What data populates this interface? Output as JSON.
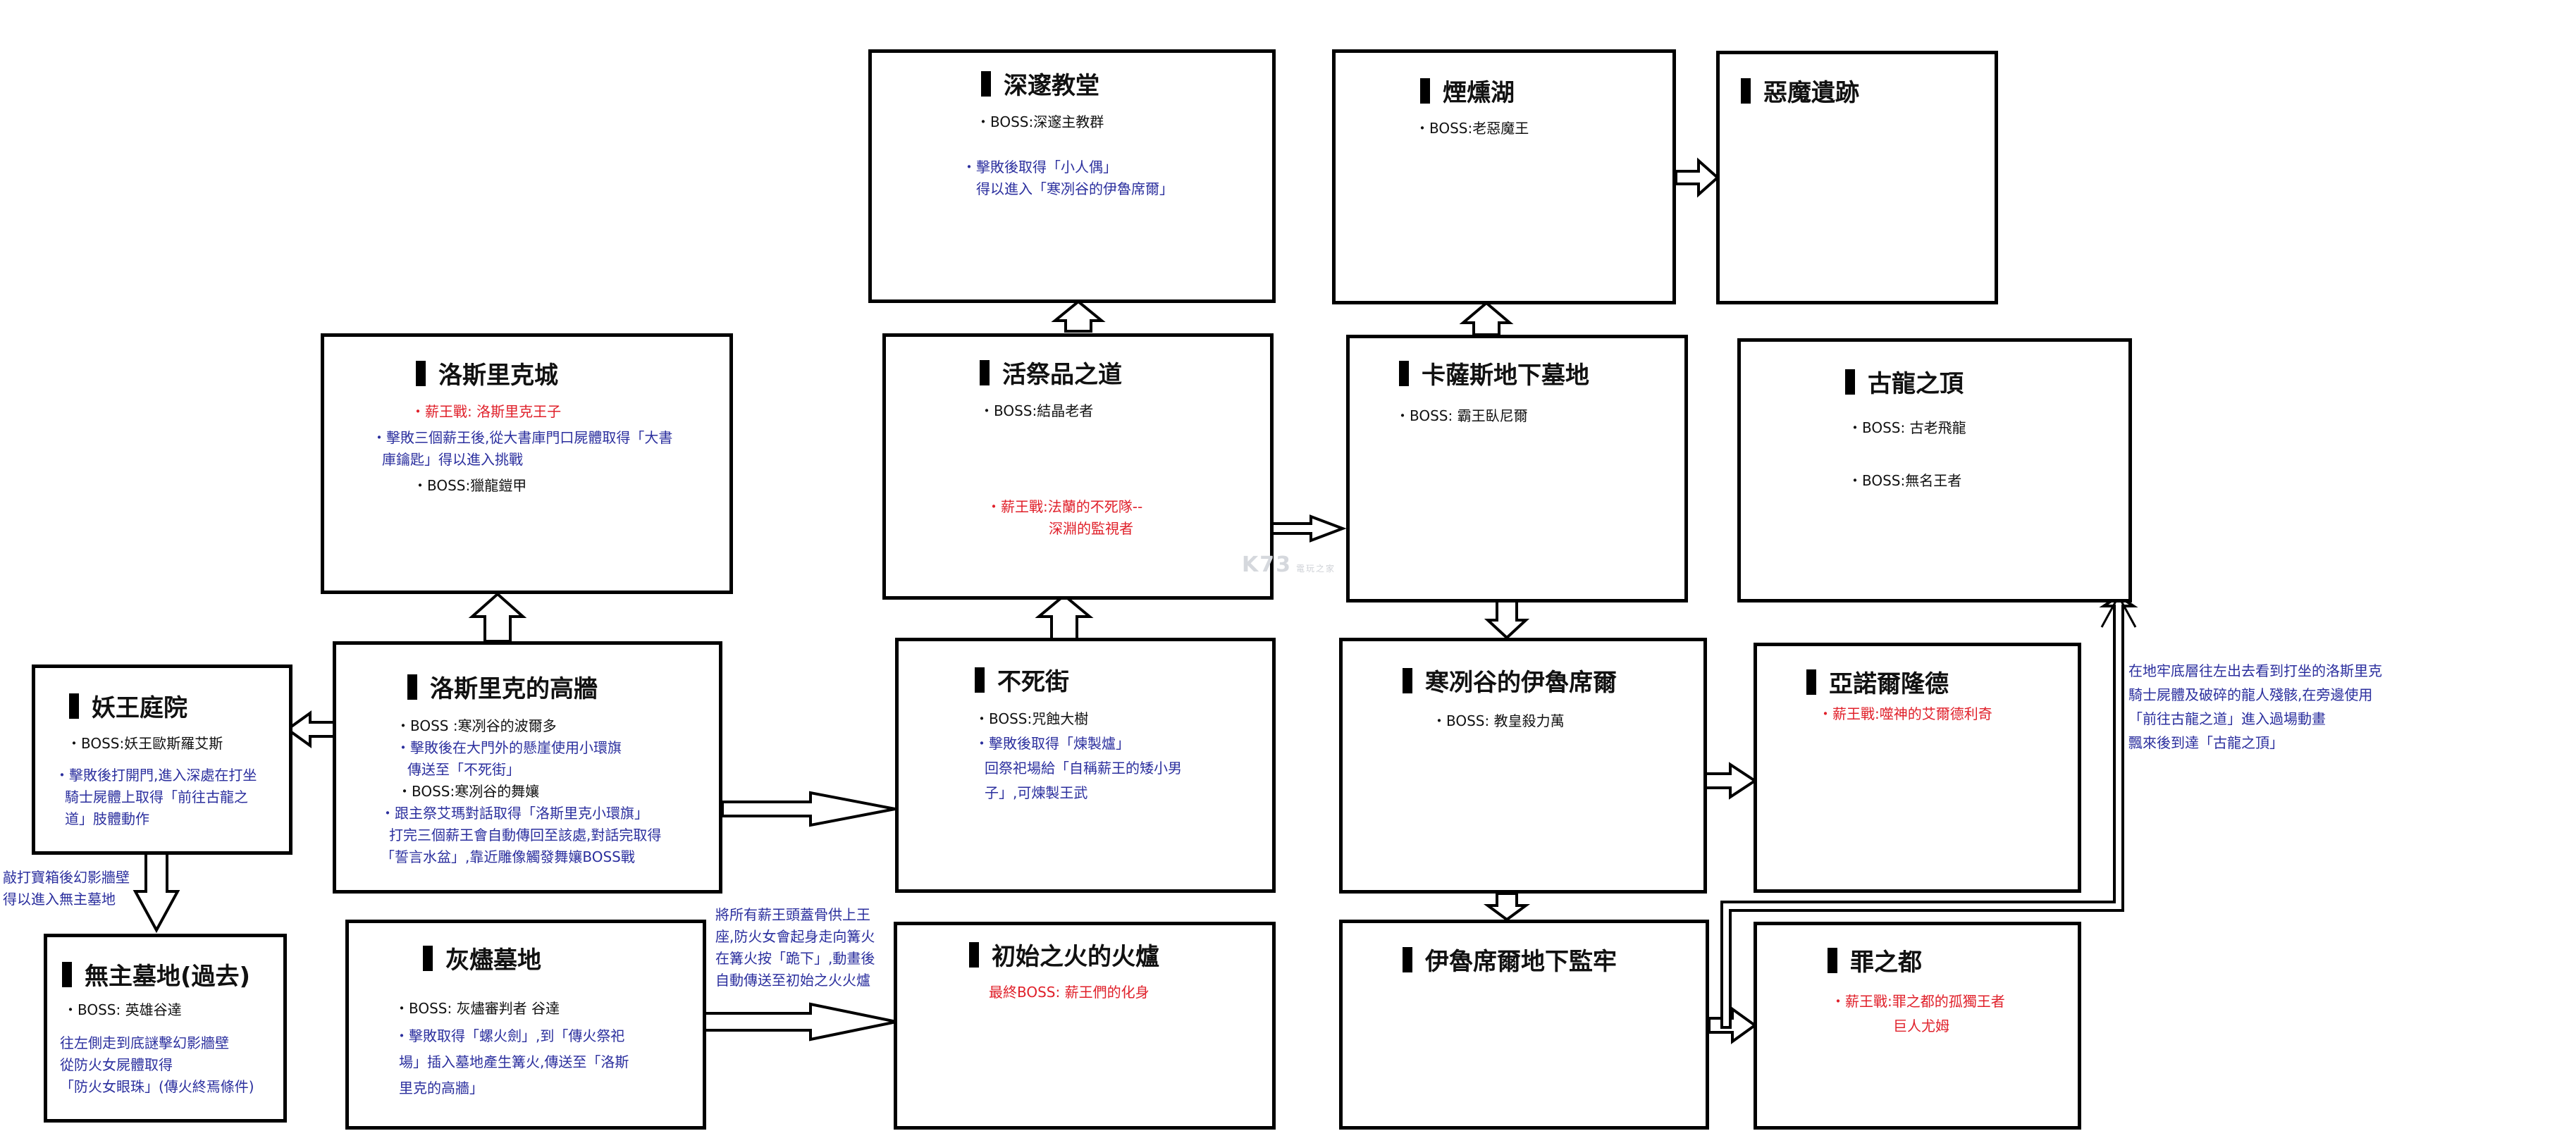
{
  "boxes": {
    "shen_jing": {
      "title": "深邃教堂",
      "lines": [
        {
          "text": "・BOSS:深邃主教群",
          "color": "black"
        },
        {
          "text": "・擊敗後取得「小人偶」",
          "color": "blue"
        },
        {
          "text": "得以進入「寒冽谷的伊魯席爾」",
          "color": "blue"
        }
      ]
    },
    "yan_xun": {
      "title": "煙燻湖",
      "lines": [
        {
          "text": "・BOSS:老惡魔王",
          "color": "black"
        }
      ]
    },
    "e_mo": {
      "title": "惡魔遺跡",
      "lines": []
    },
    "luosi_cheng": {
      "title": "洛斯里克城",
      "lines": [
        {
          "text": "・薪王戰: 洛斯里克王子",
          "color": "red"
        },
        {
          "text": "・擊敗三個薪王後,從大書庫門口屍體取得「大書",
          "color": "blue"
        },
        {
          "text": "庫鑰匙」得以進入挑戰",
          "color": "blue"
        },
        {
          "text": "・BOSS:獵龍鎧甲",
          "color": "black"
        }
      ]
    },
    "huo_ji": {
      "title": "活祭品之道",
      "lines": [
        {
          "text": "・BOSS:結晶老者",
          "color": "black"
        },
        {
          "text": "・薪王戰:法蘭的不死隊--",
          "color": "red"
        },
        {
          "text": "深淵的監視者",
          "color": "red"
        }
      ]
    },
    "ka_sa": {
      "title": "卡薩斯地下墓地",
      "lines": [
        {
          "text": "・BOSS: 霸王臥尼爾",
          "color": "black"
        }
      ]
    },
    "gu_long": {
      "title": "古龍之頂",
      "lines": [
        {
          "text": "・BOSS: 古老飛龍",
          "color": "black"
        },
        {
          "text": "・BOSS:無名王者",
          "color": "black"
        }
      ]
    },
    "yao_wang": {
      "title": "妖王庭院",
      "lines": [
        {
          "text": "・BOSS:妖王歐斯羅艾斯",
          "color": "black"
        },
        {
          "text": "・擊敗後打開門,進入深處在打坐",
          "color": "blue"
        },
        {
          "text": "騎士屍體上取得「前往古龍之",
          "color": "blue"
        },
        {
          "text": "道」肢體動作",
          "color": "blue"
        }
      ]
    },
    "gao_qiang": {
      "title": "洛斯里克的高牆",
      "lines": [
        {
          "text": "・BOSS :寒冽谷的波爾多",
          "color": "black"
        },
        {
          "text": "・擊敗後在大門外的懸崖使用小環旗",
          "color": "blue"
        },
        {
          "text": "傳送至「不死街」",
          "color": "blue"
        },
        {
          "text": "・BOSS:寒冽谷的舞孃",
          "color": "black"
        },
        {
          "text": "・跟主祭艾瑪對話取得「洛斯里克小環旗」",
          "color": "blue"
        },
        {
          "text": "打完三個薪王會自動傳回至該處,對話完取得",
          "color": "blue"
        },
        {
          "text": "「誓言水盆」,靠近雕像觸發舞孃BOSS戰",
          "color": "blue"
        }
      ]
    },
    "bu_si": {
      "title": "不死街",
      "lines": [
        {
          "text": "・BOSS:咒蝕大樹",
          "color": "black"
        },
        {
          "text": "・擊敗後取得「煉製爐」",
          "color": "blue"
        },
        {
          "text": "回祭祀場給「自稱薪王的矮小男",
          "color": "blue"
        },
        {
          "text": "子」,可煉製王武",
          "color": "blue"
        }
      ]
    },
    "han_lie": {
      "title": "寒冽谷的伊魯席爾",
      "lines": [
        {
          "text": "・BOSS: 教皇殺力萬",
          "color": "black"
        }
      ]
    },
    "ya_nuo": {
      "title": "亞諾爾隆德",
      "lines": [
        {
          "text": "・薪王戰:噬神的艾爾德利奇",
          "color": "red"
        }
      ]
    },
    "wu_zhu": {
      "title": "無主墓地(過去)",
      "lines": [
        {
          "text": "・BOSS: 英雄谷達",
          "color": "black"
        },
        {
          "text": "往左側走到底謎擊幻影牆壁",
          "color": "blue"
        },
        {
          "text": "從防火女屍體取得",
          "color": "blue"
        },
        {
          "text": "「防火女眼珠」(傳火終焉條件)",
          "color": "blue"
        }
      ]
    },
    "hui_jin": {
      "title": "灰燼墓地",
      "lines": [
        {
          "text": "・BOSS: 灰燼審判者 谷達",
          "color": "black"
        },
        {
          "text": "・擊敗取得「螺火劍」,到「傳火祭祀",
          "color": "blue"
        },
        {
          "text": "場」插入墓地產生篝火,傳送至「洛斯",
          "color": "blue"
        },
        {
          "text": "里克的高牆」",
          "color": "blue"
        }
      ]
    },
    "chu_shi": {
      "title": "初始之火的火爐",
      "lines": [
        {
          "text": "最終BOSS: 薪王們的化身",
          "color": "red"
        }
      ]
    },
    "yi_lu_jian": {
      "title": "伊魯席爾地下監牢",
      "lines": []
    },
    "zui": {
      "title": "罪之都",
      "lines": [
        {
          "text": "・薪王戰:罪之都的孤獨王者",
          "color": "red"
        },
        {
          "text": "巨人尤姆",
          "color": "red"
        }
      ]
    }
  },
  "notes": {
    "left": [
      "敲打寶箱後幻影牆壁",
      "得以進入無主墓地"
    ],
    "middle": [
      "將所有薪王頭蓋骨供上王",
      "座,防火女會起身走向篝火",
      "在篝火按「跪下」,動畫後",
      "自動傳送至初始之火火爐"
    ],
    "right": [
      "在地牢底層往左出去看到打坐的洛斯里克",
      "騎士屍體及破碎的龍人殘骸,在旁邊使用",
      "「前往古龍之道」進入過場動畫",
      "飄來後到達「古龍之頂」"
    ]
  },
  "watermark": {
    "text": "K73",
    "sub": "電玩之家"
  },
  "colors": {
    "black": "#111111",
    "blue": "#2b2f9e",
    "red": "#e0202a",
    "border": "#000000"
  }
}
